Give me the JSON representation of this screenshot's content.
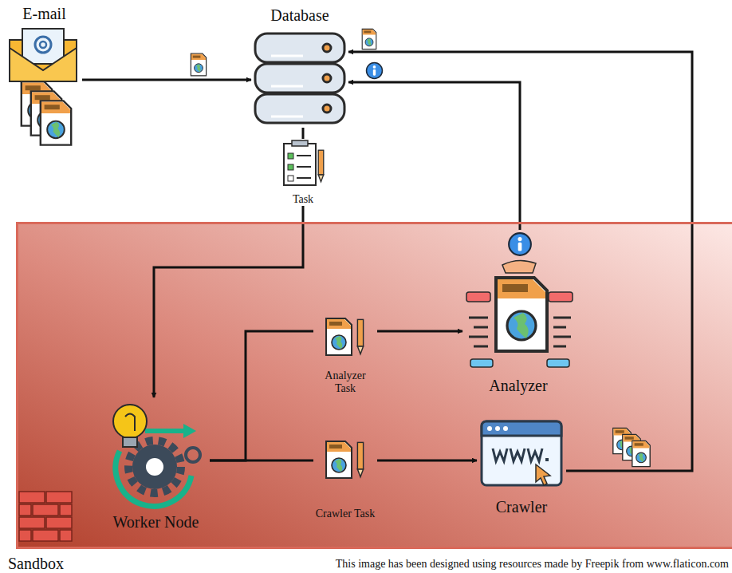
{
  "diagram": {
    "nodes": [
      {
        "text": [
          "E-mail"
        ]
      },
      {
        "text": [
          "Database"
        ]
      },
      {
        "text": [
          "Task"
        ]
      },
      {
        "text": [
          "Sandbox"
        ]
      },
      {
        "text": [
          "Analyzer Task"
        ],
        "in": 3
      },
      {
        "text": [
          "Analyzer"
        ],
        "in": 3
      },
      {
        "text": [
          "Worker Node"
        ],
        "in": 3
      },
      {
        "text": [
          "Crawler Task"
        ],
        "in": 3
      },
      {
        "text": [
          "Crawler"
        ],
        "in": 3
      }
    ],
    "edges": [
      {
        "from": 0,
        "to": 1,
        "arrow": "to"
      },
      {
        "from": 1,
        "to": 2,
        "arrow": "none"
      },
      {
        "from": 2,
        "to": 6,
        "arrow": "to"
      },
      {
        "from": 6,
        "to": 4,
        "arrow": "none"
      },
      {
        "from": 4,
        "to": 5,
        "arrow": "to"
      },
      {
        "from": 6,
        "to": 7,
        "arrow": "none"
      },
      {
        "from": 7,
        "to": 8,
        "arrow": "to"
      },
      {
        "from": 5,
        "to": 1,
        "arrow": "to"
      },
      {
        "from": 8,
        "to": 1,
        "arrow": "to"
      }
    ],
    "labels": [
      "This image has been designed using resources made by Freepik from www.flaticon.com"
    ]
  }
}
